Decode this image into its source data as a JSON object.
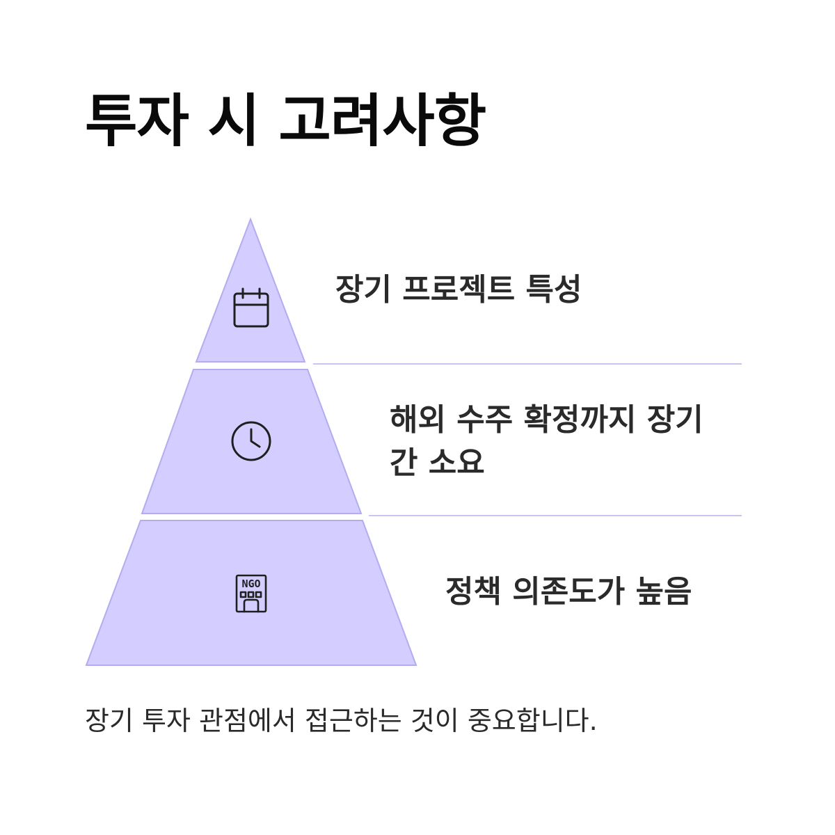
{
  "title": "투자 시 고려사항",
  "tiers": [
    {
      "label": "장기 프로젝트 특성",
      "icon": "calendar-icon"
    },
    {
      "label": "해외 수주 확정까지 장기간 소요",
      "icon": "clock-icon"
    },
    {
      "label": "정책 의존도가 높음",
      "icon": "ngo-building-icon",
      "icon_text": "NGO"
    }
  ],
  "footer": "장기 투자 관점에서 접근하는 것이 중요합니다.",
  "colors": {
    "tier_fill": "#d3ceff",
    "tier_stroke": "#b3acf0",
    "divider": "#c9c4f0",
    "icon_stroke": "#1f1f1f"
  }
}
